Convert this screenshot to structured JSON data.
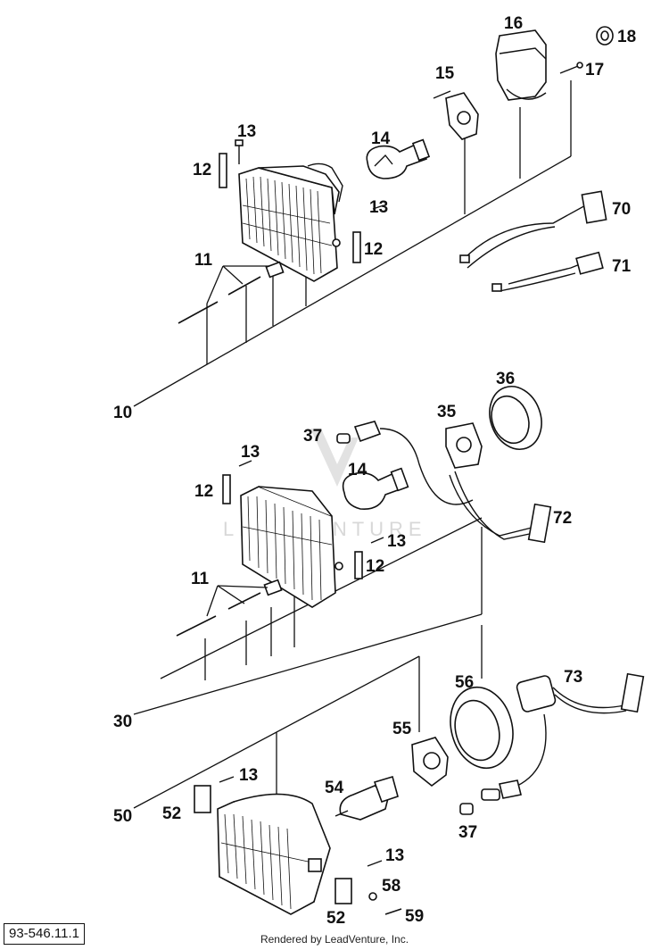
{
  "diagram_code": "93-546.11.1",
  "footer": "Rendered by LeadVenture, Inc.",
  "watermark": "LEADVENTURE",
  "callouts": {
    "c10": "10",
    "c11a": "11",
    "c12a": "12",
    "c13a": "13",
    "c14a": "14",
    "c15": "15",
    "c16": "16",
    "c17": "17",
    "c18": "18",
    "c13b": "13",
    "c12b": "12",
    "c70": "70",
    "c71": "71",
    "c37a": "37",
    "c35": "35",
    "c36": "36",
    "c13c": "13",
    "c12c": "12",
    "c14b": "14",
    "c72": "72",
    "c13d": "13",
    "c12d": "12",
    "c11b": "11",
    "c30": "30",
    "c56": "56",
    "c73": "73",
    "c55": "55",
    "c13e": "13",
    "c54": "54",
    "c52a": "52",
    "c50": "50",
    "c37b": "37",
    "c13f": "13",
    "c58": "58",
    "c52b": "52",
    "c59": "59"
  }
}
